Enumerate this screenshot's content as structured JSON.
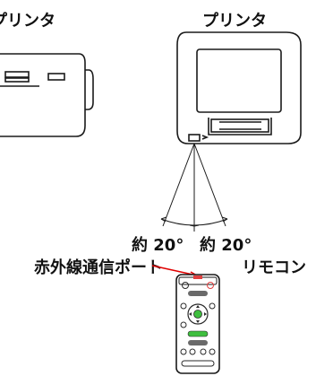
{
  "labels": {
    "printer_left": "プリンタ",
    "printer_right": "プリンタ",
    "angle_left": "約 20°",
    "angle_right": "約 20°",
    "ir_port": "赤外線通信ポート",
    "remote": "リモコン"
  },
  "colors": {
    "line": "#1a1a1a",
    "ir_pointer": "#e00000",
    "remote_buttons": "#2a2a2a",
    "remote_green": "#3fbf3f",
    "remote_red_dot": "#e04040"
  }
}
